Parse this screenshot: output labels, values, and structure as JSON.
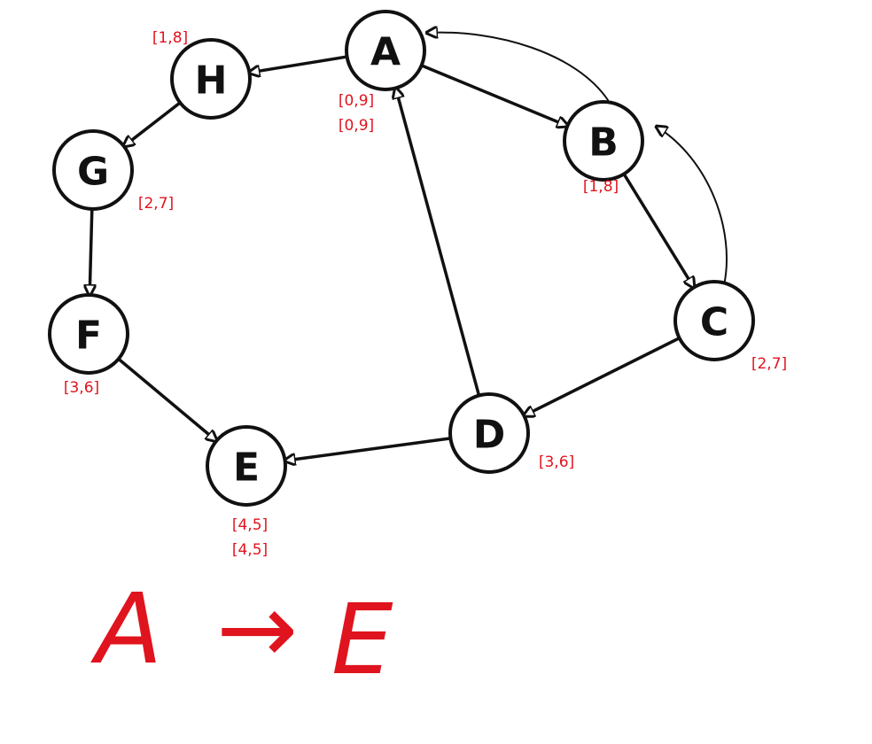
{
  "graph": {
    "nodes": [
      {
        "id": "A",
        "label": "A",
        "annotations": [
          "[0,9]",
          "[0,9]"
        ]
      },
      {
        "id": "B",
        "label": "B",
        "annotations": [
          "[1,8]"
        ]
      },
      {
        "id": "C",
        "label": "C",
        "annotations": [
          "[2,7]"
        ]
      },
      {
        "id": "D",
        "label": "D",
        "annotations": [
          "[3,6]"
        ]
      },
      {
        "id": "E",
        "label": "E",
        "annotations": [
          "[4,5]",
          "[4,5]"
        ]
      },
      {
        "id": "F",
        "label": "F",
        "annotations": [
          "[3,6]"
        ]
      },
      {
        "id": "G",
        "label": "G",
        "annotations": [
          "[2,7]"
        ]
      },
      {
        "id": "H",
        "label": "H",
        "annotations": [
          "[1,8]"
        ]
      }
    ],
    "edges": [
      {
        "from": "A",
        "to": "H"
      },
      {
        "from": "H",
        "to": "G"
      },
      {
        "from": "G",
        "to": "F"
      },
      {
        "from": "F",
        "to": "E"
      },
      {
        "from": "A",
        "to": "B"
      },
      {
        "from": "B",
        "to": "C"
      },
      {
        "from": "C",
        "to": "D"
      },
      {
        "from": "D",
        "to": "E"
      },
      {
        "from": "D",
        "to": "A"
      },
      {
        "from": "B",
        "to": "A",
        "curved": true
      },
      {
        "from": "C",
        "to": "B",
        "curved": true
      }
    ]
  },
  "query": {
    "source": "A",
    "arrow": "→",
    "target": "E"
  },
  "colors": {
    "ink": "#111111",
    "annotation": "#e0141e"
  }
}
